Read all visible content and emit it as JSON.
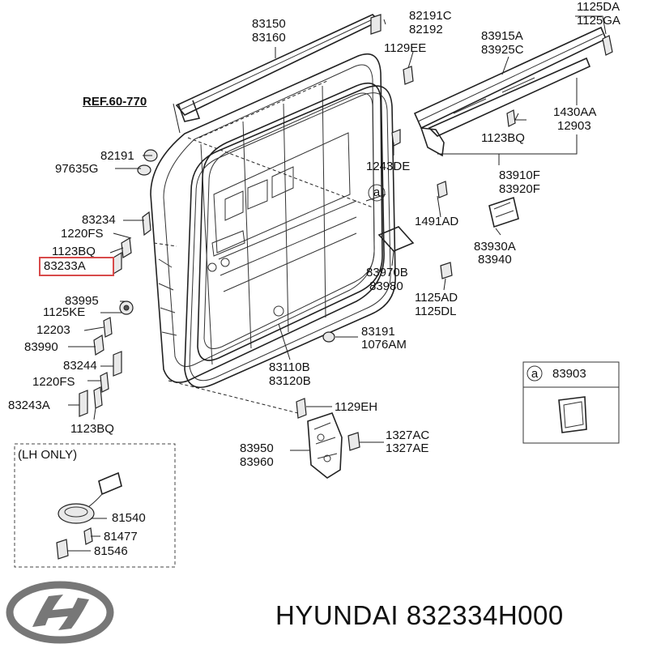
{
  "diagram": {
    "ref_label": "REF.60-770",
    "callouts": {
      "p83150": "83150",
      "p83160": "83160",
      "p82191c": "82191C",
      "p82192": "82192",
      "p1129ee": "1129EE",
      "p1125da": "1125DA",
      "p1125ga": "1125GA",
      "p83915a": "83915A",
      "p83925c": "83925C",
      "p1430aa": "1430AA",
      "p12903": "12903",
      "p1123bq_top": "1123BQ",
      "p1243de": "1243DE",
      "p83910f": "83910F",
      "p83920f": "83920F",
      "p1491ad": "1491AD",
      "p83930a": "83930A",
      "p83940": "83940",
      "p83970b": "83970B",
      "p83980": "83980",
      "p1125ad": "1125AD",
      "p1125dl": "1125DL",
      "p83191": "83191",
      "p1076am": "1076AM",
      "p83110b": "83110B",
      "p83120b": "83120B",
      "p1129eh": "1129EH",
      "p1327ac": "1327AC",
      "p1327ae": "1327AE",
      "p83950": "83950",
      "p83960": "83960",
      "p82191": "82191",
      "p97635g": "97635G",
      "p83234": "83234",
      "p1220fs_a": "1220FS",
      "p1123bq_a": "1123BQ",
      "p83233a": "83233A",
      "p83995": "83995",
      "p1125ke": "1125KE",
      "p12203": "12203",
      "p83990": "83990",
      "p83244": "83244",
      "p1220fs_b": "1220FS",
      "p83243a": "83243A",
      "p1123bq_b": "1123BQ",
      "p81540": "81540",
      "p81477": "81477",
      "p81546": "81546"
    },
    "circle_a": "a",
    "inset": {
      "marker": "a",
      "part": "83903"
    },
    "lh_only_label": "(LH ONLY)",
    "highlight_color": "#d84a4a"
  },
  "footer": {
    "brand": "HYUNDAI",
    "part_number": "832334H000",
    "logo_icon": "hyundai-logo-icon"
  }
}
